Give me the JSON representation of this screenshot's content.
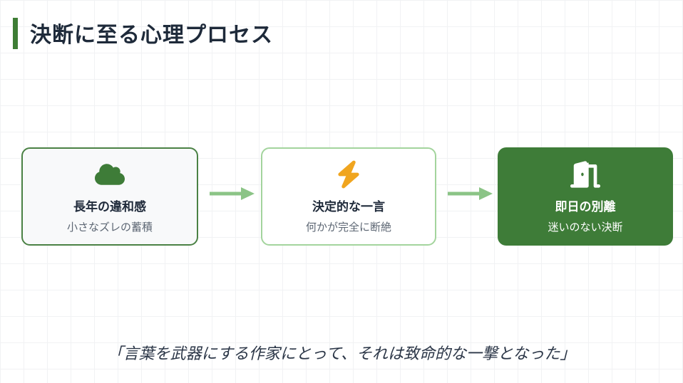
{
  "title": "決断に至る心理プロセス",
  "steps": [
    {
      "title": "長年の違和感",
      "subtitle": "小さなズレの蓄積",
      "icon": "cloud-icon",
      "variant": "outlined-dark-green"
    },
    {
      "title": "決定的な一言",
      "subtitle": "何かが完全に断絶",
      "icon": "bolt-icon",
      "variant": "outlined-light-green"
    },
    {
      "title": "即日の別離",
      "subtitle": "迷いのない決断",
      "icon": "door-open-icon",
      "variant": "filled-green"
    }
  ],
  "quote": "「言葉を武器にする作家にとって、それは致命的な一撃となった」",
  "colors": {
    "accent_green": "#3e7d35",
    "card1_border": "#4a8144",
    "card2_border": "#a3d49d",
    "card3_background": "#3e7c38",
    "arrow_green": "#8bc486",
    "bolt_orange": "#f0a51f",
    "heading_text": "#1e2a3a",
    "muted_text": "#5c6673"
  }
}
